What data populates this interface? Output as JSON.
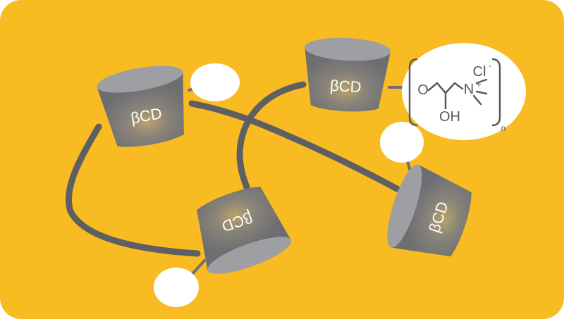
{
  "colors": {
    "background": "#f9bb22",
    "cyclodextrin_body": "#6d6e71",
    "cyclodextrin_top": "#9d9fa2",
    "highlight": "#b9a36a",
    "linker": "#5e5f62",
    "substituent_bubble": "#ffffff",
    "chemistry_text": "#58595b"
  },
  "cyclodextrins": [
    {
      "label": "βCD"
    },
    {
      "label": "βCD"
    },
    {
      "label": "βCD"
    },
    {
      "label": "βCD"
    }
  ],
  "substituent": {
    "oxygen": "O",
    "nitrogen": "N",
    "charge": "+",
    "counterion": "Cl",
    "counterion_charge": "-",
    "hydroxyl": "OH",
    "repeat": "n"
  }
}
